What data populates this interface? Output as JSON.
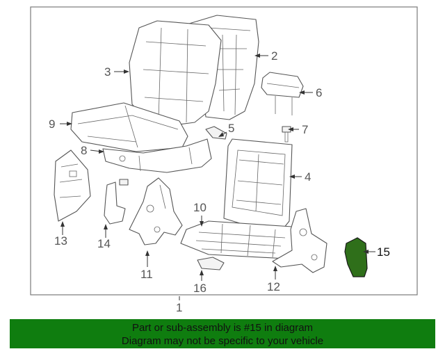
{
  "diagram": {
    "callouts": {
      "c1": "1",
      "c2": "2",
      "c3": "3",
      "c4": "4",
      "c5": "5",
      "c6": "6",
      "c7": "7",
      "c8": "8",
      "c9": "9",
      "c10": "10",
      "c11": "11",
      "c12": "12",
      "c13": "13",
      "c14": "14",
      "c15": "15",
      "c16": "16"
    },
    "highlight_color": "#2f6f1a"
  },
  "banner": {
    "line1": "Part or sub-assembly is #15 in diagram",
    "line2": "Diagram may not be specific to your vehicle",
    "background": "#0f7d0f"
  }
}
